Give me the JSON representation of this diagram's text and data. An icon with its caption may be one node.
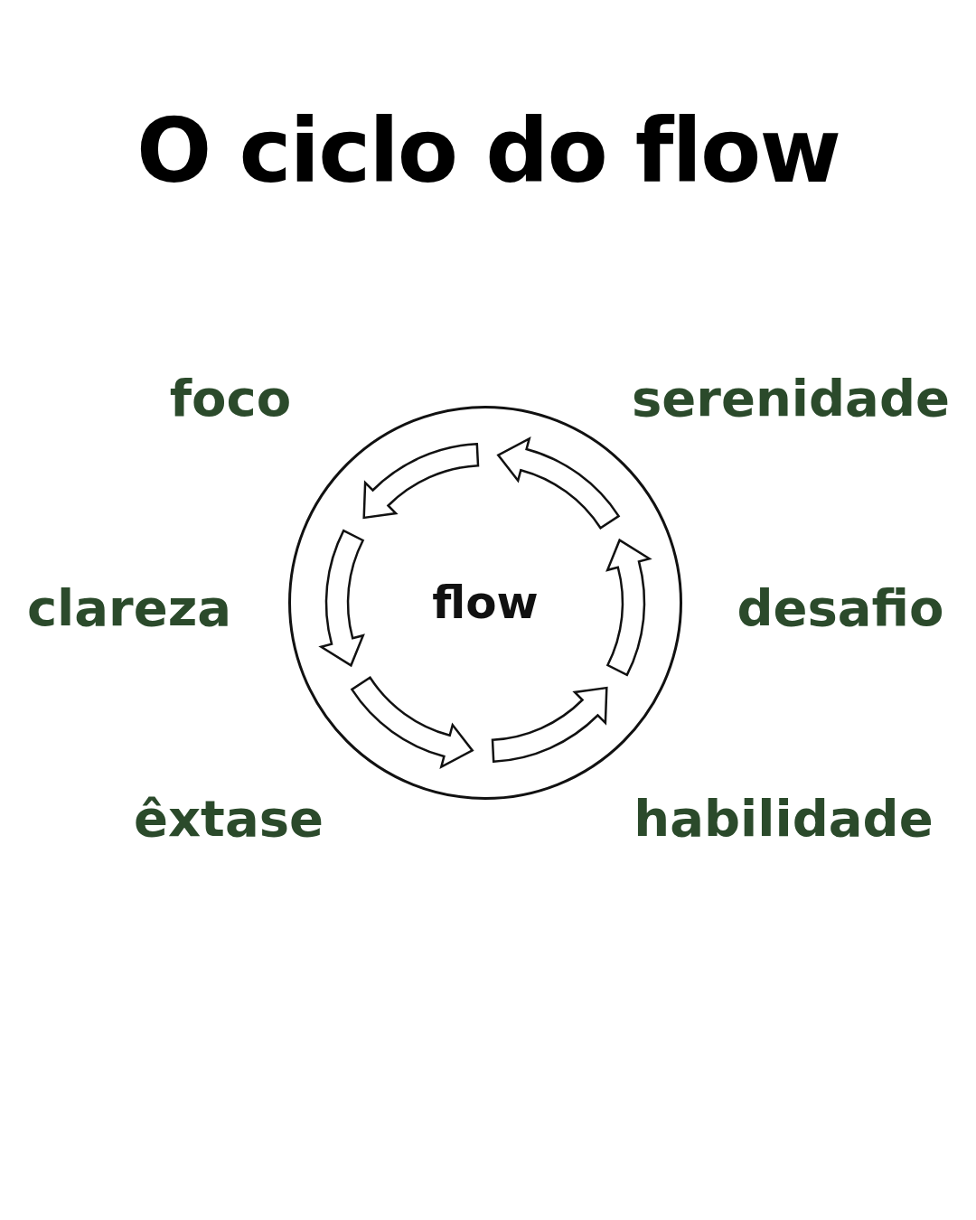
{
  "diagram": {
    "title": "O ciclo do flow",
    "nodes": [
      {
        "text": [
          "flow"
        ]
      }
    ],
    "labels": [
      "foco",
      "serenidade",
      "clareza",
      "desafio",
      "êxtase",
      "habilidade"
    ]
  }
}
